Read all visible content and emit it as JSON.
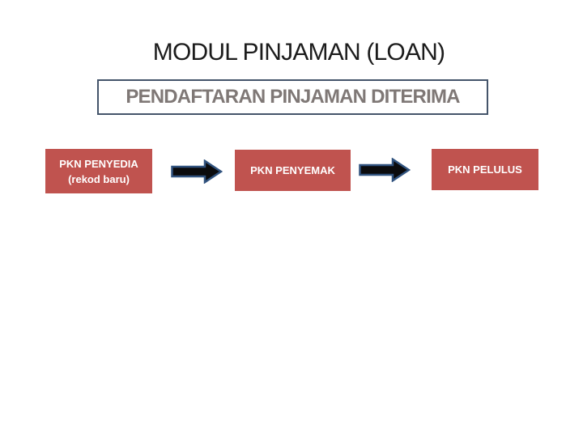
{
  "slide": {
    "title": "MODUL PINJAMAN (LOAN)",
    "subtitle": "PENDAFTARAN PINJAMAN DITERIMA",
    "flow": {
      "steps": [
        {
          "label_line1": "PKN PENYEDIA",
          "label_line2": "(rekod baru)"
        },
        {
          "label_line1": "PKN PENYEMAK",
          "label_line2": ""
        },
        {
          "label_line1": "PKN PELULUS",
          "label_line2": ""
        }
      ]
    },
    "colors": {
      "background": "#ffffff",
      "title_text": "#1c1c1c",
      "subtitle_text": "#7f7876",
      "subtitle_border": "#44546a",
      "step_box_bg": "#c0534f",
      "step_box_text": "#ffffff",
      "arrow_fill": "#0b0b0d",
      "arrow_outline": "#31537f"
    }
  }
}
